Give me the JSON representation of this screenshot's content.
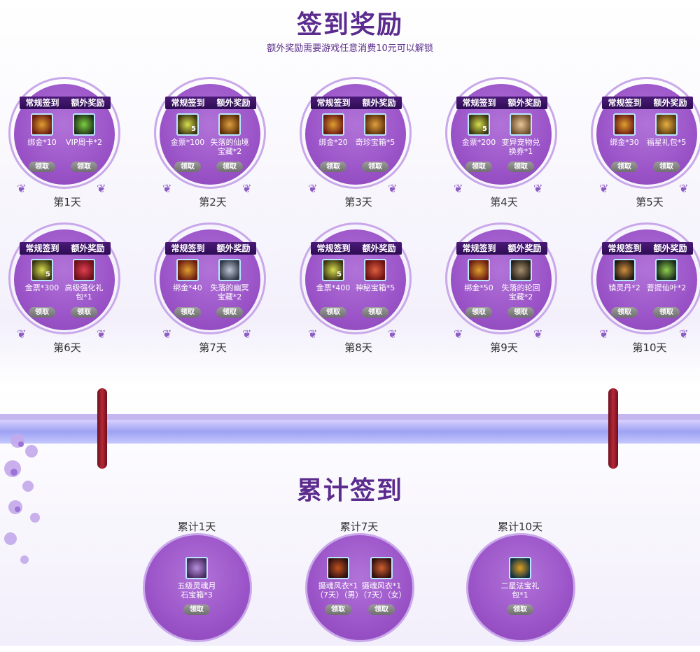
{
  "header": {
    "title": "签到奖励",
    "subtitle": "额外奖励需要游戏任意消费10元可以解锁"
  },
  "labels": {
    "regular": "常规签到",
    "extra": "额外奖励",
    "claim": "领取"
  },
  "daily": [
    {
      "day": "第1天",
      "regular": {
        "name": "绑金*10",
        "icon": "gold-coin-pouch-icon",
        "badge": ""
      },
      "extra": {
        "name": "VIP周卡*2",
        "icon": "vip-card-icon",
        "badge": ""
      }
    },
    {
      "day": "第2天",
      "regular": {
        "name": "金票*100",
        "icon": "gold-ticket-icon",
        "badge": "5"
      },
      "extra": {
        "name": "失落的仙境宝藏*2",
        "icon": "treasure-chest-icon",
        "badge": ""
      }
    },
    {
      "day": "第3天",
      "regular": {
        "name": "绑金*20",
        "icon": "gold-coin-pouch-icon",
        "badge": ""
      },
      "extra": {
        "name": "奇珍宝箱*5",
        "icon": "treasure-chest-icon",
        "badge": ""
      }
    },
    {
      "day": "第4天",
      "regular": {
        "name": "金票*200",
        "icon": "gold-ticket-icon",
        "badge": "5"
      },
      "extra": {
        "name": "变异宠物兑换券*1",
        "icon": "scroll-icon",
        "badge": ""
      }
    },
    {
      "day": "第5天",
      "regular": {
        "name": "绑金*30",
        "icon": "gold-coin-pouch-icon",
        "badge": ""
      },
      "extra": {
        "name": "福星礼包*5",
        "icon": "gift-bag-icon",
        "badge": ""
      }
    },
    {
      "day": "第6天",
      "regular": {
        "name": "金票*300",
        "icon": "gold-ticket-icon",
        "badge": "5"
      },
      "extra": {
        "name": "高级强化礼包*1",
        "icon": "gift-box-icon",
        "badge": ""
      }
    },
    {
      "day": "第7天",
      "regular": {
        "name": "绑金*40",
        "icon": "gold-coin-pouch-icon",
        "badge": ""
      },
      "extra": {
        "name": "失落的幽冥宝藏*2",
        "icon": "silver-chest-icon",
        "badge": ""
      }
    },
    {
      "day": "第8天",
      "regular": {
        "name": "金票*400",
        "icon": "gold-ticket-icon",
        "badge": "5"
      },
      "extra": {
        "name": "神秘宝箱*5",
        "icon": "red-chest-icon",
        "badge": ""
      }
    },
    {
      "day": "第9天",
      "regular": {
        "name": "绑金*50",
        "icon": "gold-coin-pouch-icon",
        "badge": ""
      },
      "extra": {
        "name": "失落的轮回宝藏*2",
        "icon": "dark-chest-icon",
        "badge": ""
      }
    },
    {
      "day": "第10天",
      "regular": {
        "name": "镇灵丹*2",
        "icon": "elixir-icon",
        "badge": ""
      },
      "extra": {
        "name": "菩提仙叶*2",
        "icon": "leaf-icon",
        "badge": ""
      }
    }
  ],
  "cumulative": {
    "title": "累计签到",
    "items": [
      {
        "label": "累计1天",
        "rewards": [
          {
            "name": "五级灵魂月石宝箱*3",
            "icon": "soul-stone-chest-icon"
          }
        ]
      },
      {
        "label": "累计7天",
        "rewards": [
          {
            "name": "摄魂风衣*1（7天）（男）",
            "icon": "male-armor-icon"
          },
          {
            "name": "摄魂风衣*1（7天）（女）",
            "icon": "female-armor-icon"
          }
        ]
      },
      {
        "label": "累计10天",
        "rewards": [
          {
            "name": "二星法宝礼包*1",
            "icon": "magic-weapon-pack-icon"
          }
        ]
      }
    ]
  },
  "colors": {
    "accent": "#5b2b8e",
    "disc": "#9b54c8",
    "header_bar": "#3a1263",
    "button": "#7f7f7f"
  }
}
